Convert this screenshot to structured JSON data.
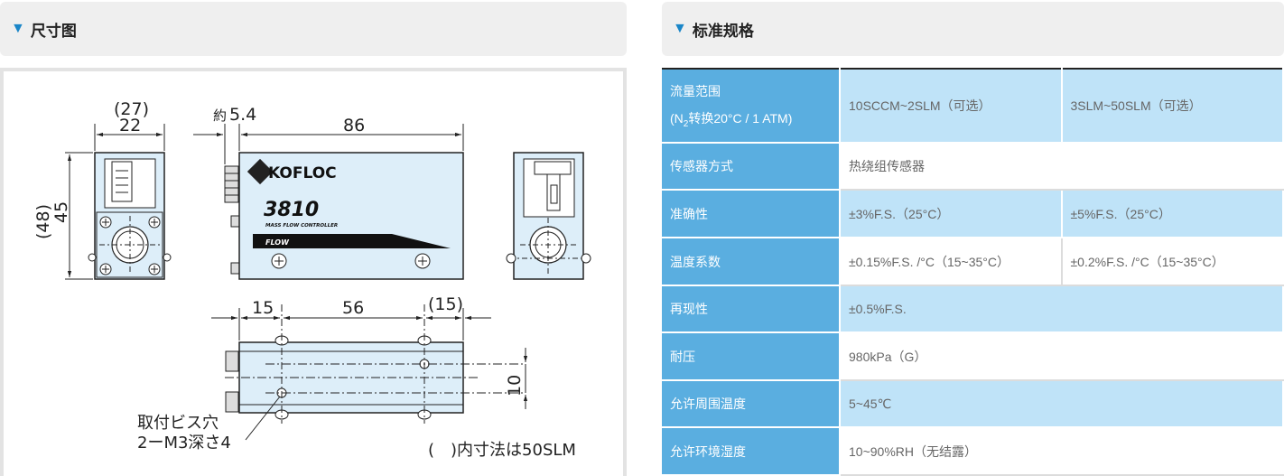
{
  "dimension_section": {
    "title": "尺寸图",
    "marker": "▼"
  },
  "spec_section": {
    "title": "标准规格",
    "marker": "▼"
  },
  "drawing": {
    "dim_27": "(27)",
    "dim_22": "22",
    "dim_48": "(48)",
    "dim_45": "45",
    "dim_about_prefix": "約",
    "dim_5_4": "5.4",
    "dim_86": "86",
    "dim_15": "15",
    "dim_56": "56",
    "dim_15p": "(15)",
    "dim_10": "10",
    "brand": "KOFLOC",
    "model": "3810",
    "product": "MASS FLOW CONTROLLER",
    "flow": "FLOW",
    "note_hole_line1": "取付ビス穴",
    "note_hole_line2": "2ーM3深さ4",
    "note_bracket": "(　)内寸法は50SLM"
  },
  "specs": {
    "flow_range": {
      "label": "流量范围",
      "label_sub_pre": "(N",
      "label_sub_n": "2",
      "label_sub_post": "转换20°C / 1 ATM)",
      "v1": "10SCCM~2SLM（可选）",
      "v2": "3SLM~50SLM（可选）"
    },
    "sensor": {
      "label": "传感器方式",
      "value": "热绕组传感器"
    },
    "accuracy": {
      "label": "准确性",
      "v1": "±3%F.S.（25°C）",
      "v2": "±5%F.S.（25°C）"
    },
    "temp_coeff": {
      "label": "温度系数",
      "v1": "±0.15%F.S. /°C（15~35°C）",
      "v2": "±0.2%F.S. /°C（15~35°C）"
    },
    "repeatability": {
      "label": "再现性",
      "value": "±0.5%F.S."
    },
    "pressure": {
      "label": "耐压",
      "value": "980kPa（G）"
    },
    "ambient_temp": {
      "label": "允许周围温度",
      "value": "5~45℃"
    },
    "ambient_humidity": {
      "label": "允许环境湿度",
      "value": "10~90%RH（无结露）"
    }
  }
}
